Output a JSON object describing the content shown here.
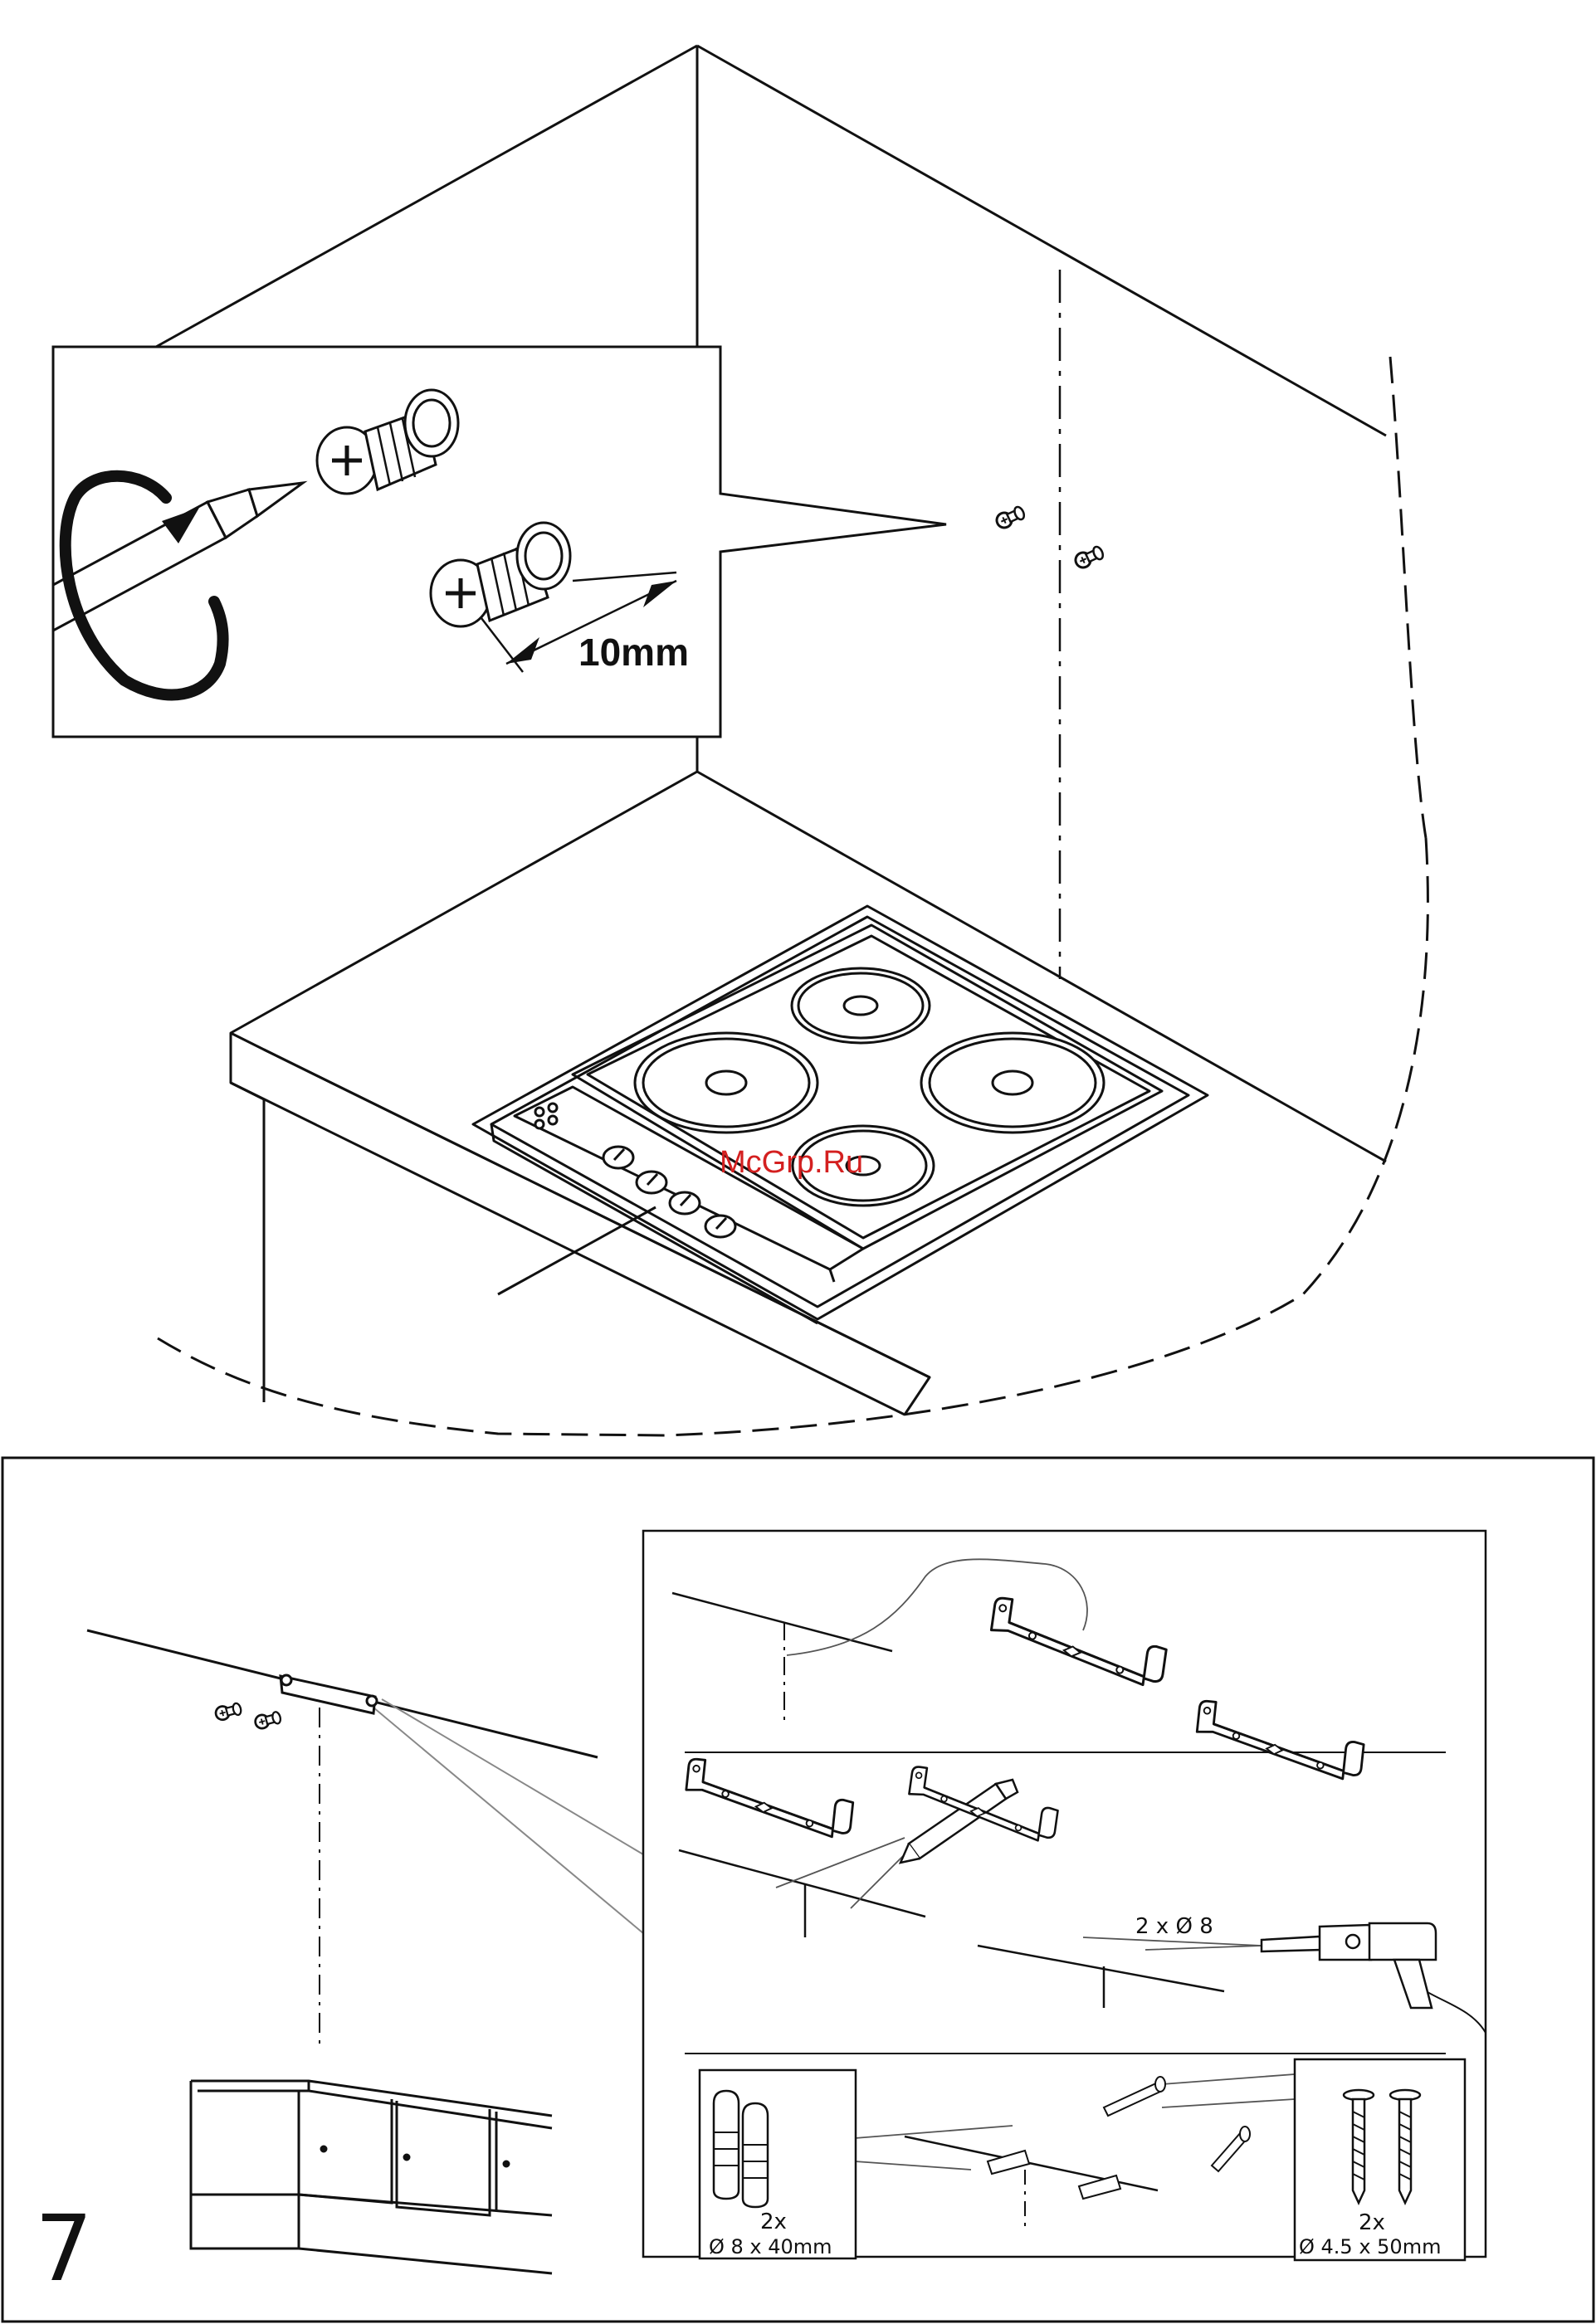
{
  "top": {
    "dimension": "10mm",
    "watermark": "McGrp.Ru"
  },
  "step7": {
    "number": "7",
    "drill_spec": "2 x Ø 8",
    "plugs_qty": "2x",
    "plugs_size": "Ø 8 x 40mm",
    "screws_qty": "2x",
    "screws_size": "Ø 4.5 x 50mm"
  },
  "colors": {
    "line": "#111111",
    "watermark": "#d42020"
  }
}
